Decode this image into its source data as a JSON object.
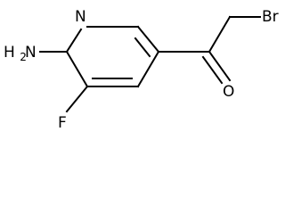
{
  "structure": {
    "atoms": {
      "ring_nitrogen": "N",
      "amine_h2": "H2",
      "amine_n": "N",
      "fluorine": "F",
      "carbonyl_oxygen": "O",
      "bromine": "Br"
    },
    "colors": {
      "bond": "#000000",
      "label": "#000000",
      "background": "#ffffff"
    }
  }
}
